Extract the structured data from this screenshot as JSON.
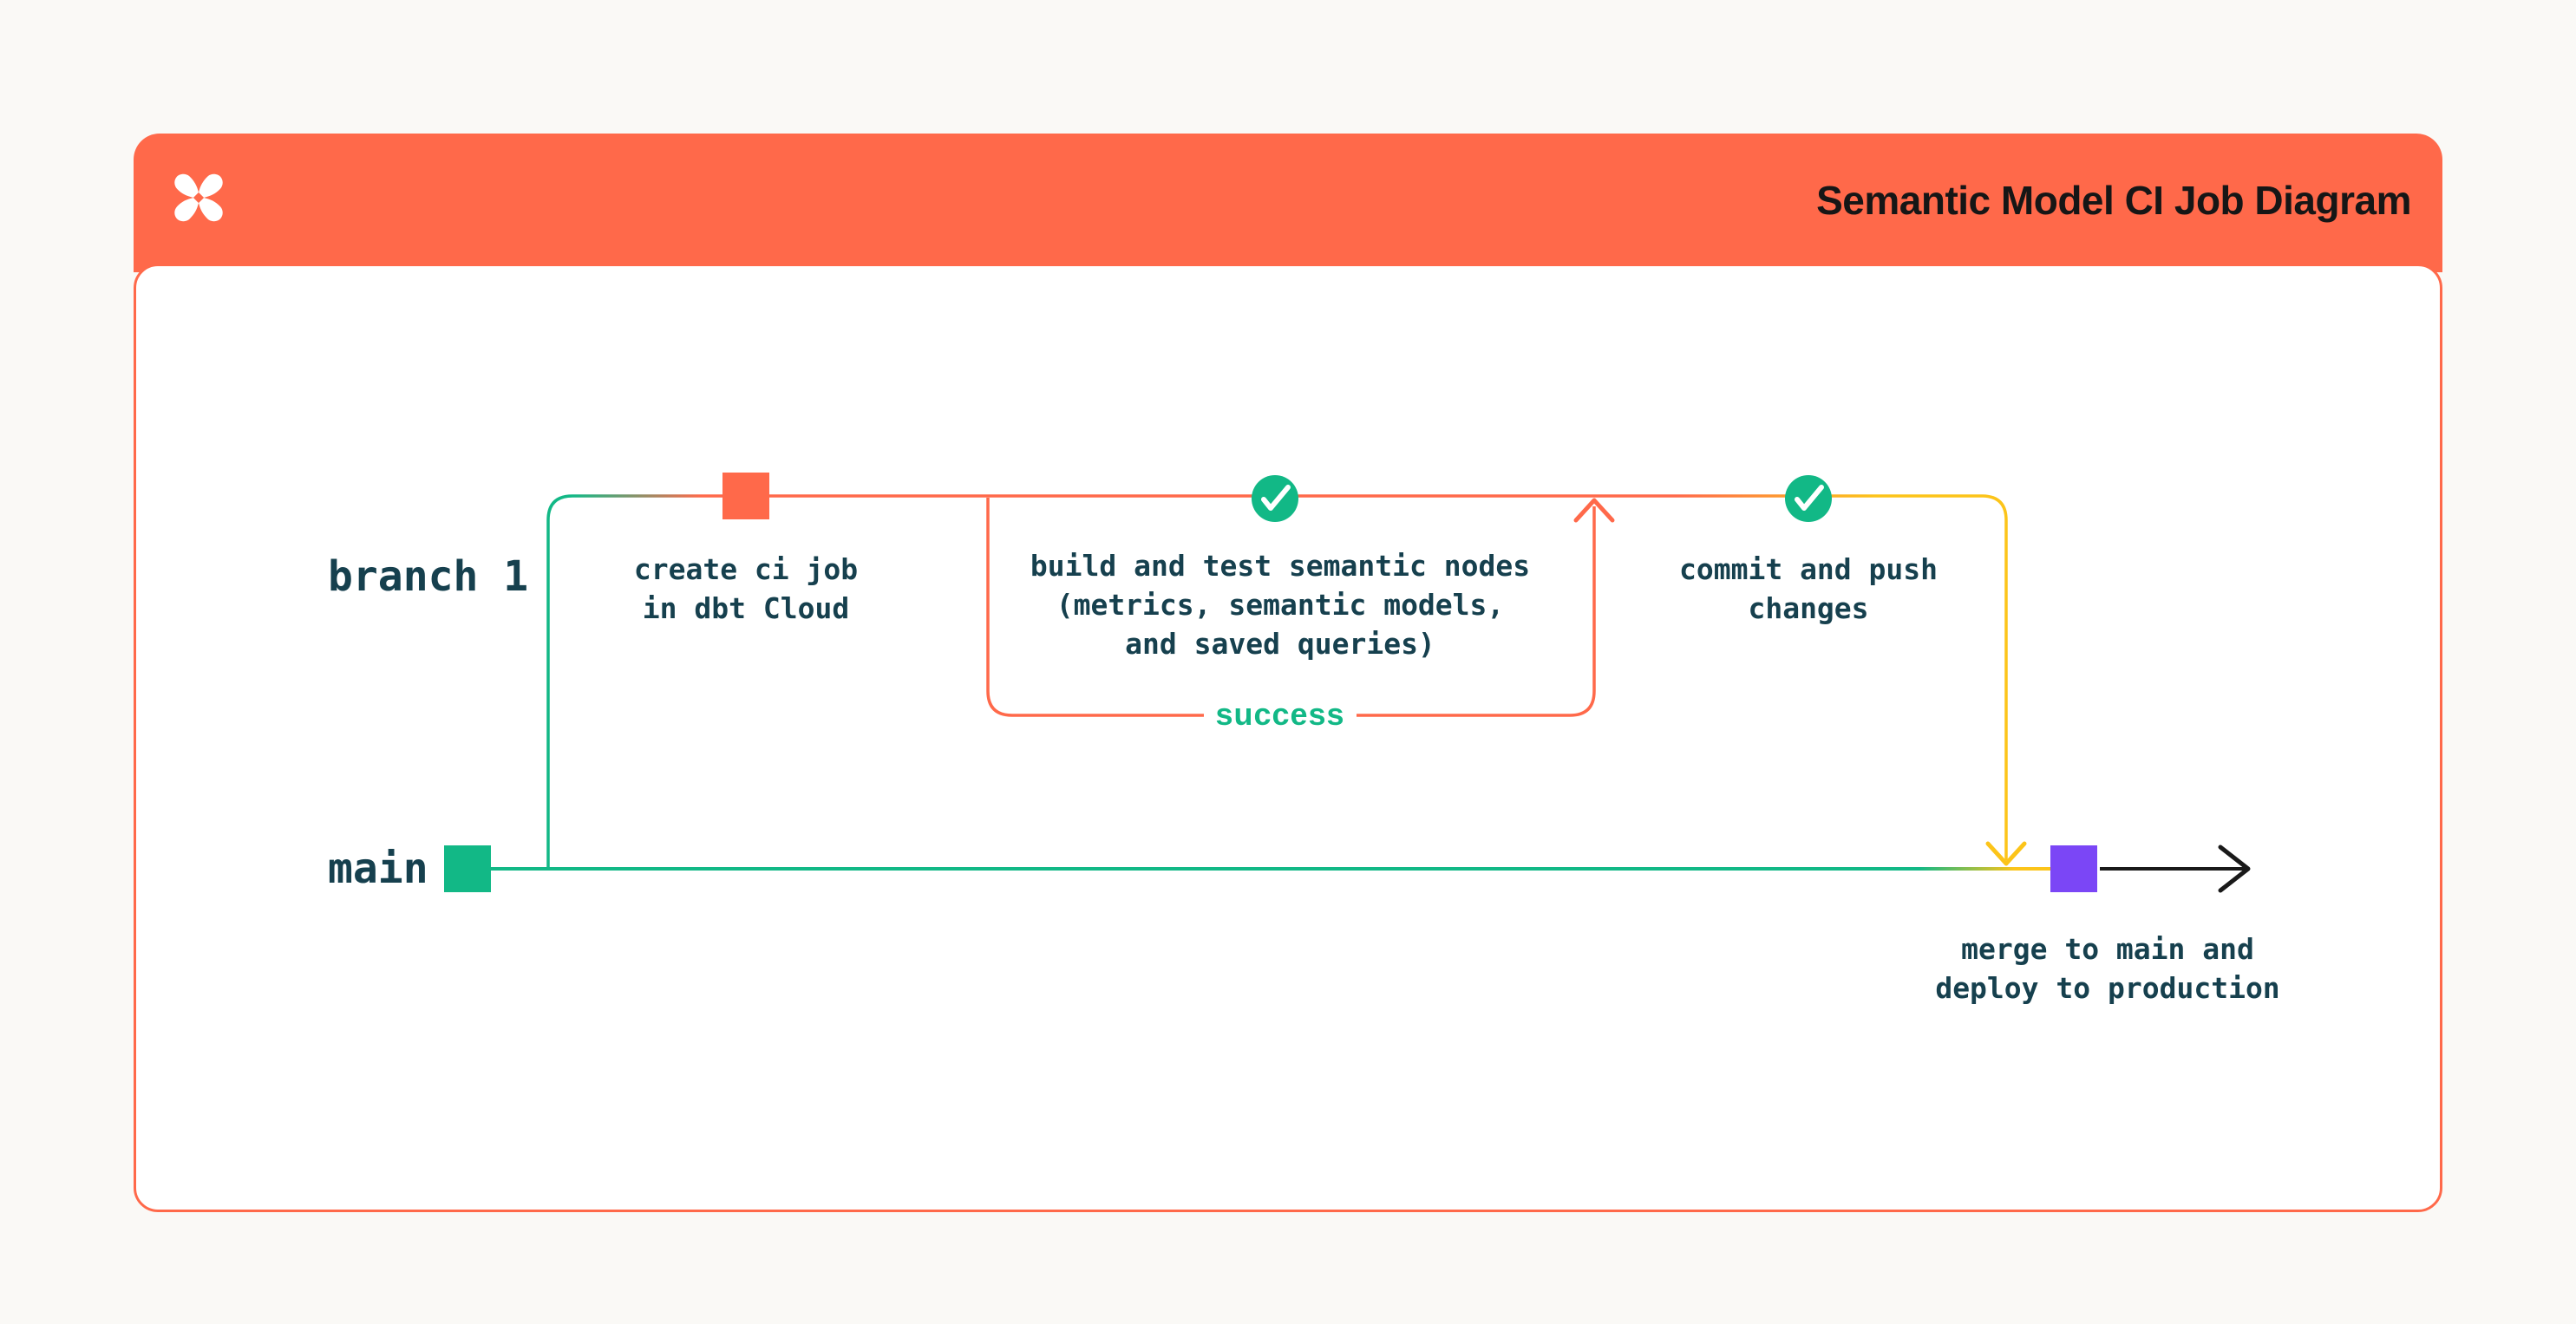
{
  "header": {
    "title": "Semantic Model CI Job Diagram",
    "background_color": "#ff694a",
    "logo_icon": "dbt-logo"
  },
  "lanes": {
    "branch1_label": "branch 1",
    "main_label": "main"
  },
  "steps": {
    "create": {
      "label": "create ci job\nin dbt Cloud",
      "node_color": "#ff694a"
    },
    "build": {
      "label": "build and test semantic nodes\n(metrics, semantic models,\nand saved queries)",
      "status_icon": "check-circle",
      "status_color": "#12b886"
    },
    "success_loop": {
      "label": "success",
      "label_color": "#12b886",
      "loop_color": "#ff694a"
    },
    "commit": {
      "label": "commit and push\nchanges",
      "status_icon": "check-circle",
      "status_color": "#12b886"
    },
    "merge": {
      "label": "merge to main and\ndeploy to production",
      "node_color": "#7b46f6"
    }
  },
  "colors": {
    "branch_line_green": "#12b886",
    "ci_line_orange": "#ff694a",
    "return_line_yellow": "#fcc419",
    "merge_node_purple": "#7b46f6",
    "text_dark": "#16404e",
    "arrow_black": "#191919"
  }
}
